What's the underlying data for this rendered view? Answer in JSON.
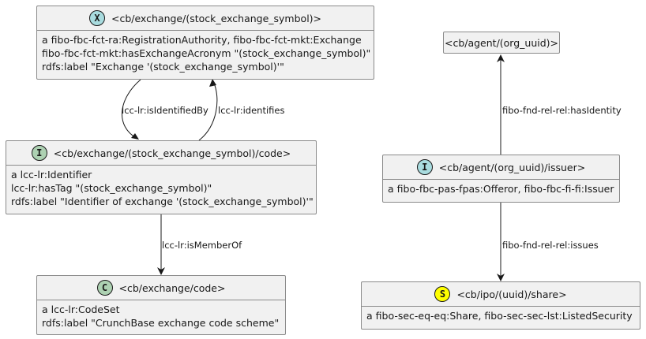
{
  "colors": {
    "node_fill": "#f1f1f1",
    "node_border": "#8a8a8a",
    "edge": "#181818",
    "stereotype_X": "#add1b2",
    "stereotype_I": "#a9dcdf",
    "stereotype_C": "#add1b2",
    "stereotype_S": "#ffff00"
  },
  "nodes": {
    "exchange": {
      "stereotype": "X",
      "title": "<cb/exchange/(stock_exchange_symbol)>",
      "lines": [
        "a fibo-fbc-fct-ra:RegistrationAuthority, fibo-fbc-fct-mkt:Exchange",
        "fibo-fbc-fct-mkt:hasExchangeAcronym \"(stock_exchange_symbol)\"",
        "rdfs:label \"Exchange '(stock_exchange_symbol)'\""
      ]
    },
    "exchange_code": {
      "stereotype": "I",
      "title": "<cb/exchange/(stock_exchange_symbol)/code>",
      "lines": [
        "a lcc-lr:Identifier",
        "lcc-lr:hasTag \"(stock_exchange_symbol)\"",
        "rdfs:label \"Identifier of exchange '(stock_exchange_symbol)'\""
      ]
    },
    "code_set": {
      "stereotype": "C",
      "title": "<cb/exchange/code>",
      "lines": [
        "a lcc-lr:CodeSet",
        "rdfs:label \"CrunchBase exchange code scheme\""
      ]
    },
    "agent": {
      "title": "<cb/agent/(org_uuid)>"
    },
    "issuer": {
      "stereotype": "I",
      "title": "<cb/agent/(org_uuid)/issuer>",
      "lines": [
        "a fibo-fbc-pas-fpas:Offeror, fibo-fbc-fi-fi:Issuer"
      ]
    },
    "share": {
      "stereotype": "S",
      "title": "<cb/ipo/(uuid)/share>",
      "lines": [
        "a fibo-sec-eq-eq:Share, fibo-sec-sec-lst:ListedSecurity"
      ]
    }
  },
  "edges": {
    "identified_by": "lcc-lr:isIdentifiedBy",
    "identifies": "lcc-lr:identifies",
    "member_of": "lcc-lr:isMemberOf",
    "has_identity": "fibo-fnd-rel-rel:hasIdentity",
    "issues": "fibo-fnd-rel-rel:issues"
  }
}
